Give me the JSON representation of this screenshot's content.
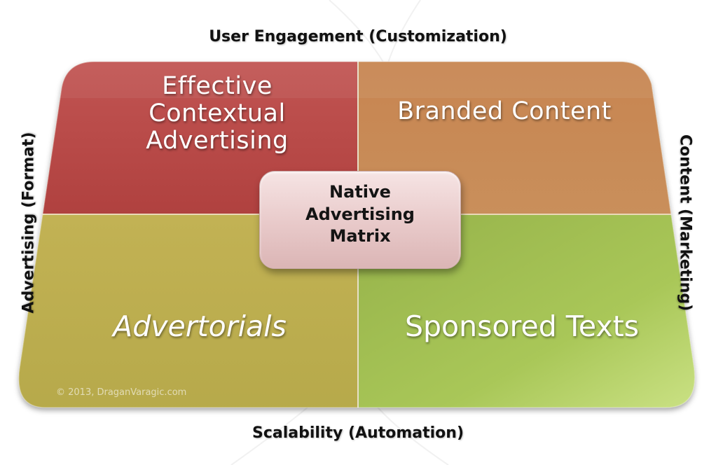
{
  "axes": {
    "top": "User Engagement (Customization)",
    "bottom": "Scalability (Automation)",
    "left": "Advertising (Format)",
    "right": "Content (Marketing)"
  },
  "quadrants": {
    "top_left": {
      "lines": [
        "Effective",
        "Contextual",
        "Advertising"
      ],
      "color": "#b84a48"
    },
    "top_right": {
      "label": "Branded Content",
      "color": "#c98a52"
    },
    "bottom_left": {
      "label": "Advertorials",
      "color": "#bdb04e"
    },
    "bottom_right": {
      "label": "Sponsored Texts",
      "color": "#9fbe52"
    }
  },
  "center": {
    "lines": [
      "Native",
      "Advertising",
      "Matrix"
    ],
    "color": "#ecd0d0"
  },
  "copyright": "© 2013, DraganVaragic.com"
}
